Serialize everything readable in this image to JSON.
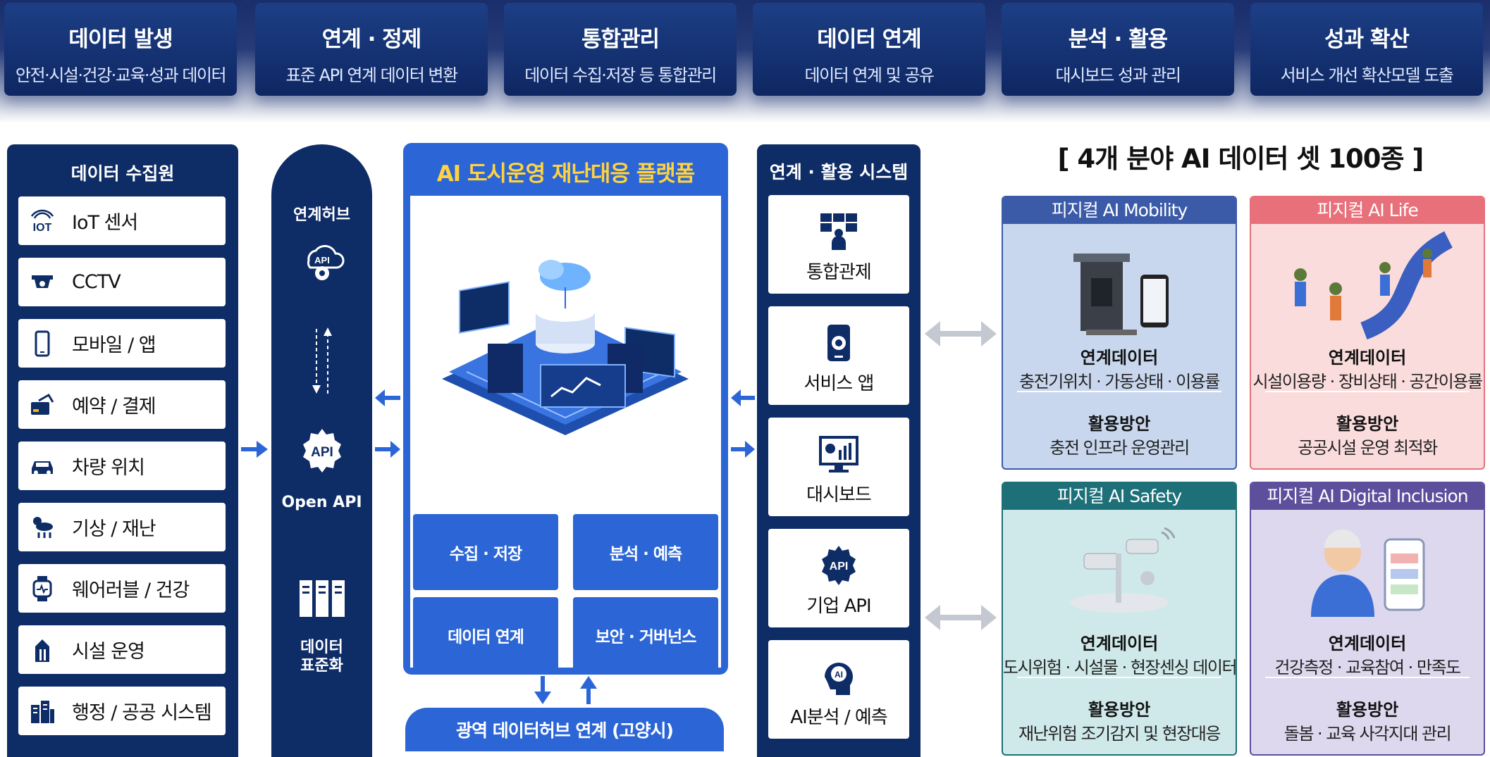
{
  "stages": [
    {
      "title": "데이터 발생",
      "sub": "안전·시설·건강·교육·성과 데이터"
    },
    {
      "title": "연계 · 정제",
      "sub": "표준 API 연계 데이터 변환"
    },
    {
      "title": "통합관리",
      "sub": "데이터 수집·저장 등 통합관리"
    },
    {
      "title": "데이터 연계",
      "sub": "데이터 연계 및 공유"
    },
    {
      "title": "분석 · 활용",
      "sub": "대시보드 성과 관리"
    },
    {
      "title": "성과 확산",
      "sub": "서비스 개선 확산모델 도출"
    }
  ],
  "sources": {
    "title": "데이터 수집원",
    "items": [
      "IoT 센서",
      "CCTV",
      "모바일 / 앱",
      "예약 / 결제",
      "차량 위치",
      "기상 / 재난",
      "웨어러블 / 건강",
      "시설 운영",
      "행정 / 공공 시스템"
    ],
    "icons": [
      "iot-icon",
      "cctv-icon",
      "mobile-icon",
      "card-payment-icon",
      "car-icon",
      "weather-icon",
      "smartwatch-icon",
      "building-icon",
      "city-buildings-icon"
    ]
  },
  "hub": {
    "title": "연계허브",
    "api_badge": "API",
    "open_api": "Open API",
    "standard": "데이터\n표준화"
  },
  "platform": {
    "title": "AI 도시운영 재난대응 플랫폼",
    "functions": [
      "수집 · 저장",
      "분석 · 예측",
      "데이터 연계",
      "보안 · 거버넌스"
    ],
    "regional_hub": "광역 데이터허브 연계 (고양시)"
  },
  "systems": {
    "title": "연계 · 활용 시스템",
    "items": [
      "통합관제",
      "서비스 앱",
      "대시보드",
      "기업 API",
      "AI분석 / 예측"
    ],
    "icons": [
      "control-center-icon",
      "service-app-icon",
      "dashboard-icon",
      "api-gear-icon",
      "ai-head-icon"
    ],
    "api_badge": "API",
    "ai_badge": "AI"
  },
  "datasets": {
    "heading": "[  4개 분야 AI 데이터 셋 100종  ]",
    "link_label": "연계데이터",
    "use_label": "활용방안",
    "cards": [
      {
        "name": "피지컬 AI Mobility",
        "link": "충전기위치 · 가동상태 · 이용률",
        "use": "충전 인프라 운영관리",
        "color": "#3b5ba8",
        "bg": "#c9d7ee"
      },
      {
        "name": "피지컬 AI Life",
        "link": "시설이용량 · 장비상태 · 공간이용률",
        "use": "공공시설 운영 최적화",
        "color": "#e8707a",
        "bg": "#fbdcdc"
      },
      {
        "name": "피지컬 AI Safety",
        "link": "도시위험 · 시설물 · 현장센싱 데이터",
        "use": "재난위험 조기감지 및 현장대응",
        "color": "#1d6f78",
        "bg": "#cfe9ea"
      },
      {
        "name": "피지컬 AI Digital Inclusion",
        "link": "건강측정 · 교육참여 · 만족도",
        "use": "돌봄 · 교육 사각지대 관리",
        "color": "#5d4f9c",
        "bg": "#ddd8ee"
      }
    ]
  }
}
